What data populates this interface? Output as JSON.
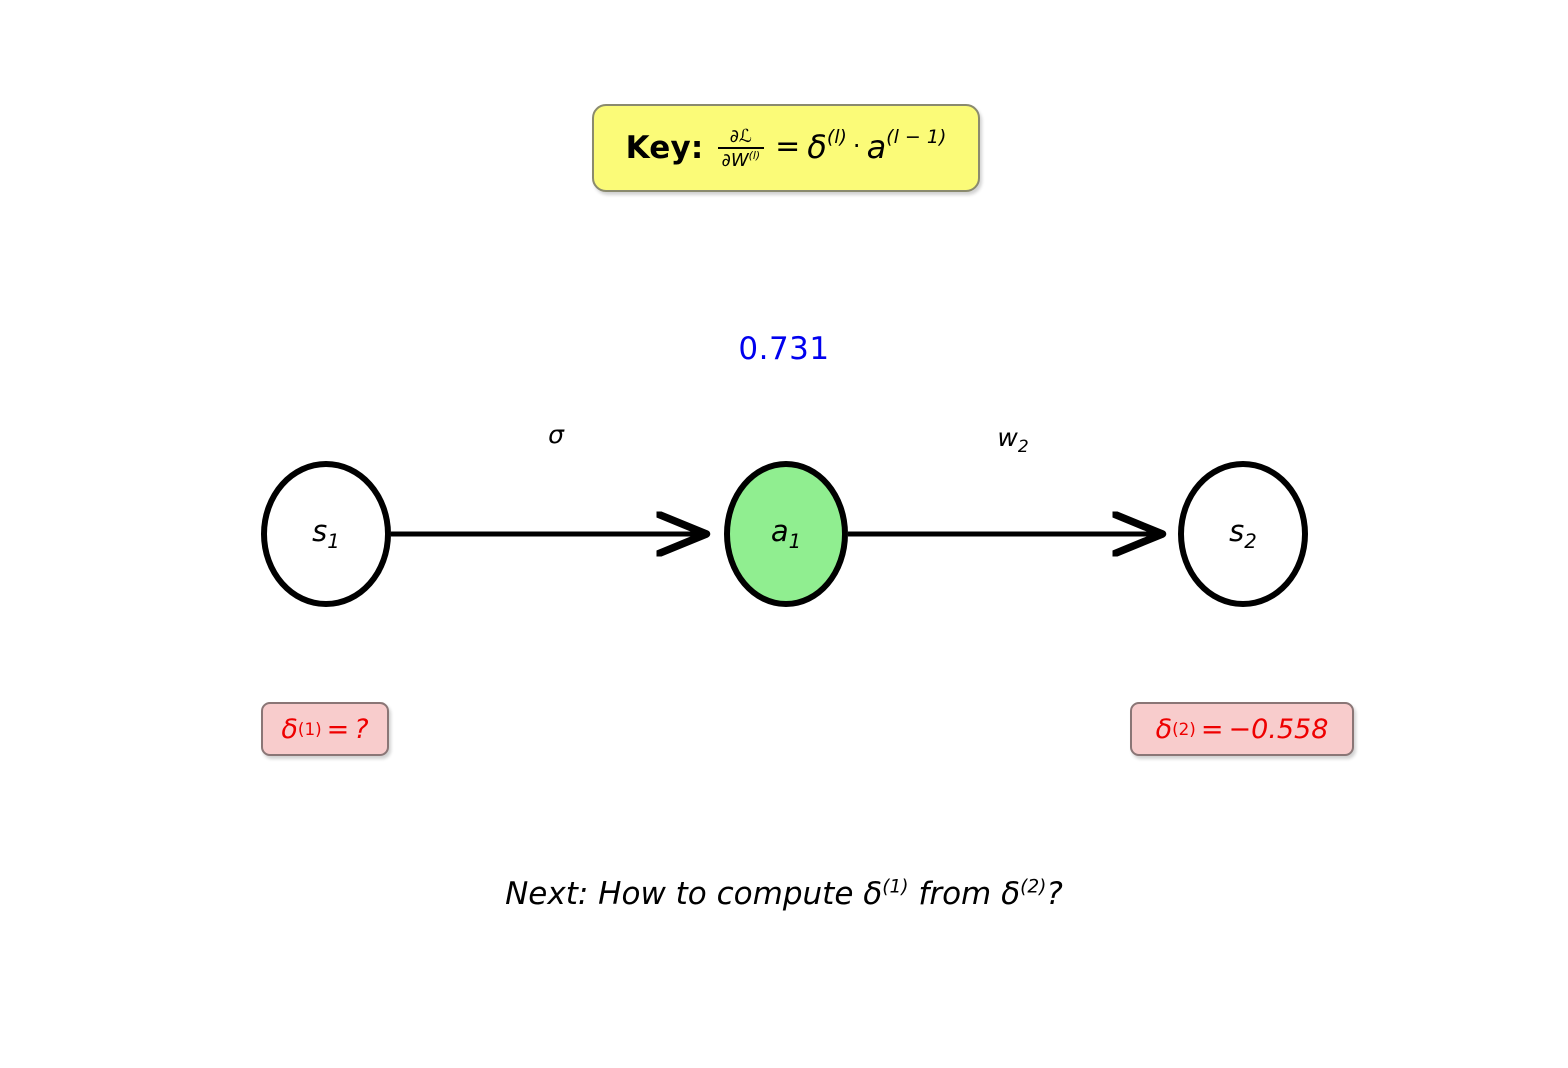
{
  "diagram": {
    "title_box": {
      "label": "Key:",
      "formula_plain": "∂L/∂W^(l) = δ^(l) · a^(l-1)",
      "numerator": "∂ℒ",
      "denominator_base": "∂W",
      "denominator_sup": "(l)",
      "equals": "=",
      "delta_base": "δ",
      "delta_sup": "(l)",
      "dot": "·",
      "a_base": "a",
      "a_sup": "(l − 1)",
      "bg_color": "#FBFB78",
      "border_color": "#8A8A6E"
    },
    "activation_value": {
      "text": "0.731",
      "color": "#0000EE"
    },
    "nodes": [
      {
        "id": "s1",
        "label_base": "s",
        "label_sub": "1",
        "fill": "#FFFFFF",
        "stroke": "#000000"
      },
      {
        "id": "a1",
        "label_base": "a",
        "label_sub": "1",
        "fill": "#90EE90",
        "stroke": "#000000"
      },
      {
        "id": "s2",
        "label_base": "s",
        "label_sub": "2",
        "fill": "#FFFFFF",
        "stroke": "#000000"
      }
    ],
    "edges": [
      {
        "id": "s1-to-a1",
        "label_base": "σ",
        "label_sub": ""
      },
      {
        "id": "a1-to-s2",
        "label_base": "w",
        "label_sub": "2"
      }
    ],
    "deltas": [
      {
        "id": "delta-1",
        "symbol": "δ",
        "superscript": "(1)",
        "equals": "=",
        "value": "?",
        "text_color": "#EE0000",
        "bg_color": "#F8CCCC",
        "border_color": "#8A7676"
      },
      {
        "id": "delta-2",
        "symbol": "δ",
        "superscript": "(2)",
        "equals": "=",
        "value": "−0.558",
        "text_color": "#EE0000",
        "bg_color": "#F8CCCC",
        "border_color": "#8A7676"
      }
    ],
    "caption": {
      "prefix": "Next: How to compute ",
      "delta_a": "δ",
      "delta_a_sup": "(1)",
      "middle": " from ",
      "delta_b": "δ",
      "delta_b_sup": "(2)",
      "suffix": "?"
    }
  }
}
